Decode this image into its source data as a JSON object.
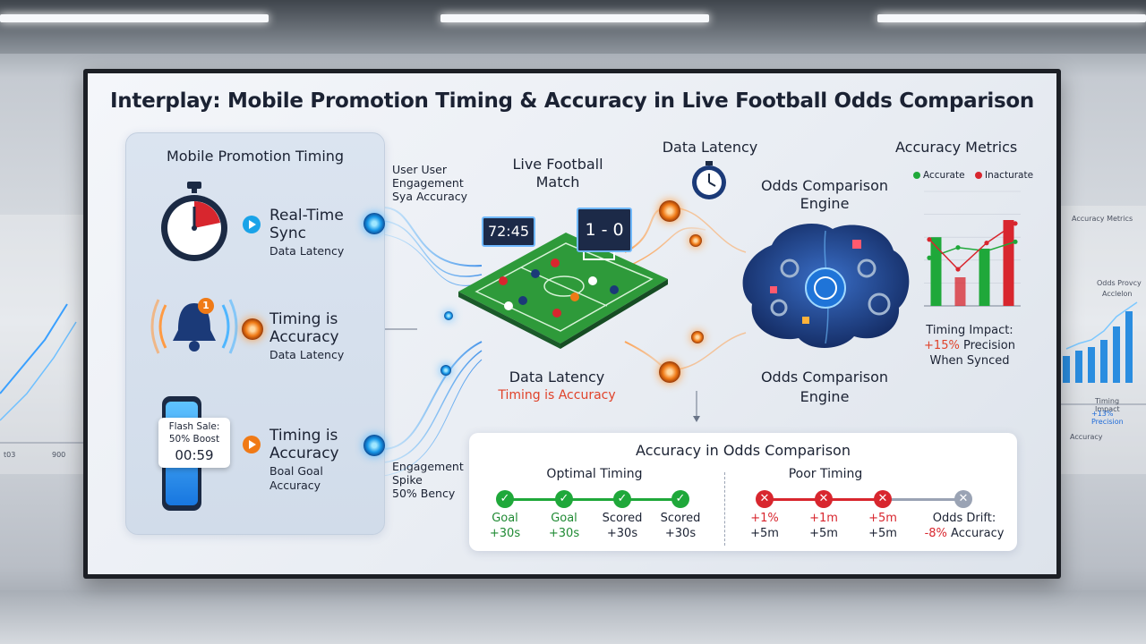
{
  "title": "Interplay: Mobile Promotion Timing & Accuracy in Live Football Odds Comparison",
  "left_panel": {
    "heading": "Mobile Promotion Timing",
    "items": [
      {
        "title_1": "Real-Time",
        "title_2": "Sync",
        "sub": "Data Latency",
        "accent": "#1aa3e8"
      },
      {
        "title_1": "Timing is",
        "title_2": "Accuracy",
        "sub": "Data Latency",
        "accent": "#f07a16"
      },
      {
        "title_1": "Timing is",
        "title_2": "Accuracy",
        "sub_1": "Boal Goal",
        "sub_2": "Accuracy",
        "accent": "#f07a16"
      }
    ],
    "bell_badge": "1",
    "phone": {
      "line_1": "Flash Sale:",
      "line_2": "50% Boost",
      "timer": "00:59"
    }
  },
  "flow_labels": {
    "engagement_top_1": "User User",
    "engagement_top_2": "Engagement",
    "engagement_top_3": "Sya Accuracy",
    "engagement_bottom_1": "Engagement",
    "engagement_bottom_2": "Spike",
    "engagement_bottom_3": "50% Bency"
  },
  "match": {
    "label_1": "Live Football",
    "label_2": "Match",
    "clock": "72:45",
    "score": "1 - 0",
    "latency_label": "Data Latency",
    "latency_sub": "Timing is Accuracy"
  },
  "latency_top": "Data Latency",
  "engine": {
    "top_1": "Odds Comparison",
    "top_2": "Engine",
    "bottom_1": "Odds Comparison",
    "bottom_2": "Engine"
  },
  "metrics": {
    "heading": "Accuracy Metrics",
    "legend_accurate": "Accurate",
    "legend_inaccurate": "Inacturate",
    "impact_1": "Timing Impact:",
    "impact_2_highlight": "+15%",
    "impact_2_rest": " Precision",
    "impact_3": "When Synced",
    "colors": {
      "accurate": "#1fa83a",
      "inaccurate": "#d8262e"
    }
  },
  "chart_data": {
    "type": "bar",
    "legend_placement": "top",
    "series": [
      {
        "name": "Accurate",
        "bar_values": [
          6,
          5
        ],
        "line_values": [
          4.2,
          5.1,
          4.8,
          5.6
        ]
      },
      {
        "name": "Inacturate",
        "bar_values": [
          2.5,
          7.5
        ],
        "line_values": [
          5.8,
          3.2,
          5.5,
          7.2
        ]
      }
    ],
    "ylim": [
      0,
      10
    ]
  },
  "odds_card": {
    "heading": "Accuracy in Odds Comparison",
    "optimal_heading": "Optimal Timing",
    "poor_heading": "Poor Timing",
    "optimal": [
      {
        "l1": "Goal",
        "l2": "+30s"
      },
      {
        "l1": "Goal",
        "l2": "+30s"
      },
      {
        "l1": "Scored",
        "l2": "+30s"
      },
      {
        "l1": "Scored",
        "l2": "+30s"
      }
    ],
    "poor": [
      {
        "l1": "+1%",
        "l2": "+5m"
      },
      {
        "l1": "+1m",
        "l2": "+5m"
      },
      {
        "l1": "+5m",
        "l2": "+5m"
      }
    ],
    "drift_1": "Odds Drift:",
    "drift_2": "-8% Accuracy"
  },
  "wall": {
    "left_a": "t03",
    "left_b": "900",
    "right_heading": "Accuracy Metrics",
    "right_b1": "Odds Provcy",
    "right_b2": "Acclelon",
    "right_impact": "Timing Impact",
    "right_prec": "+13% Precision",
    "right_foot": "Accuracy"
  }
}
